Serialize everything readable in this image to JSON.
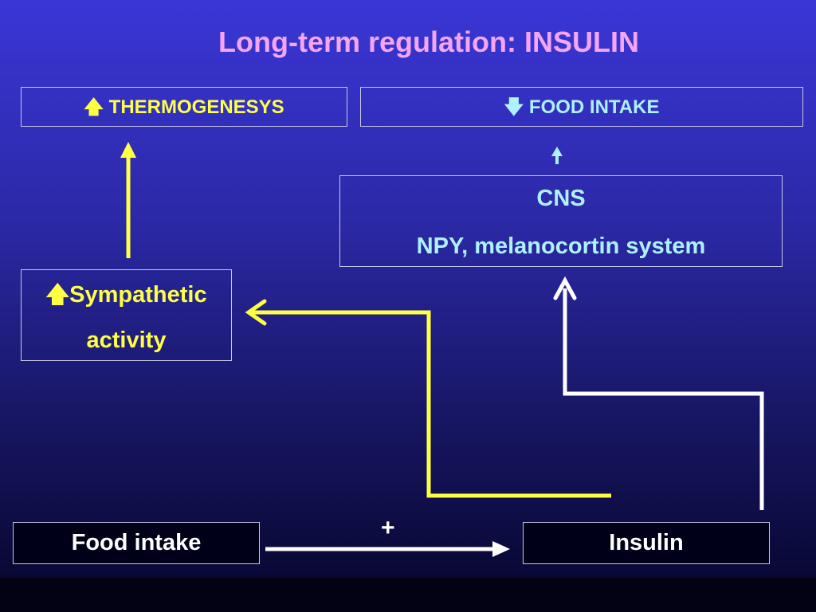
{
  "title": "Long-term regulation: INSULIN",
  "boxes": {
    "thermogenesis": {
      "arrow": "🡅",
      "label": "THERMOGENESYS"
    },
    "food_intake_top": {
      "arrow": "🡇",
      "label": "FOOD INTAKE"
    },
    "cns": {
      "line1": "CNS",
      "line2": "NPY, melanocortin system"
    },
    "sympathetic": {
      "arrow": "🡅",
      "line1": "Sympathetic",
      "line2": "activity"
    },
    "food_intake_bottom": {
      "label": "Food intake"
    },
    "insulin": {
      "label": "Insulin"
    }
  },
  "edge_labels": {
    "plus": "+"
  },
  "colors": {
    "title": "#f3a6f3",
    "yellow": "#ffff44",
    "cyan": "#aef2ff",
    "white": "#ffffff"
  }
}
